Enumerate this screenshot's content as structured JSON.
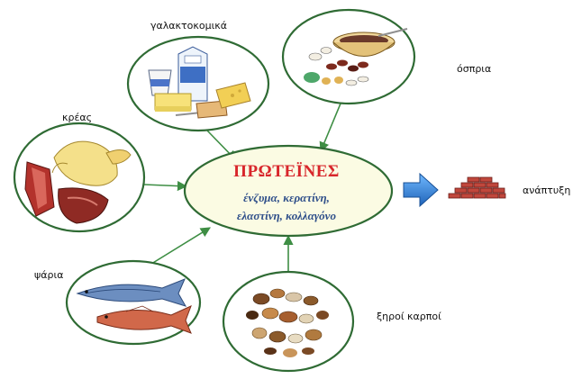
{
  "center": {
    "title": "ΠΡΩΤΕΪΝΕΣ",
    "line1": "ένζυμα, κερατίνη,",
    "line2": "ελαστίνη, κολλαγόνο"
  },
  "sources": {
    "dairy": "γαλακτοκομικά",
    "legumes": "όσπρια",
    "meat": "κρέας",
    "fish": "ψάρια",
    "nuts": "ξηροί καρποί"
  },
  "outcome": "ανάπτυξη",
  "colors": {
    "ellipse_stroke": "#2f6b34",
    "hub_fill": "#fbfbe3",
    "arrow": "#3e8e44",
    "title": "#d8262b",
    "subtitle": "#2f4f8a",
    "big_arrow": "#2b7fd0",
    "brick": "#c0473c"
  }
}
